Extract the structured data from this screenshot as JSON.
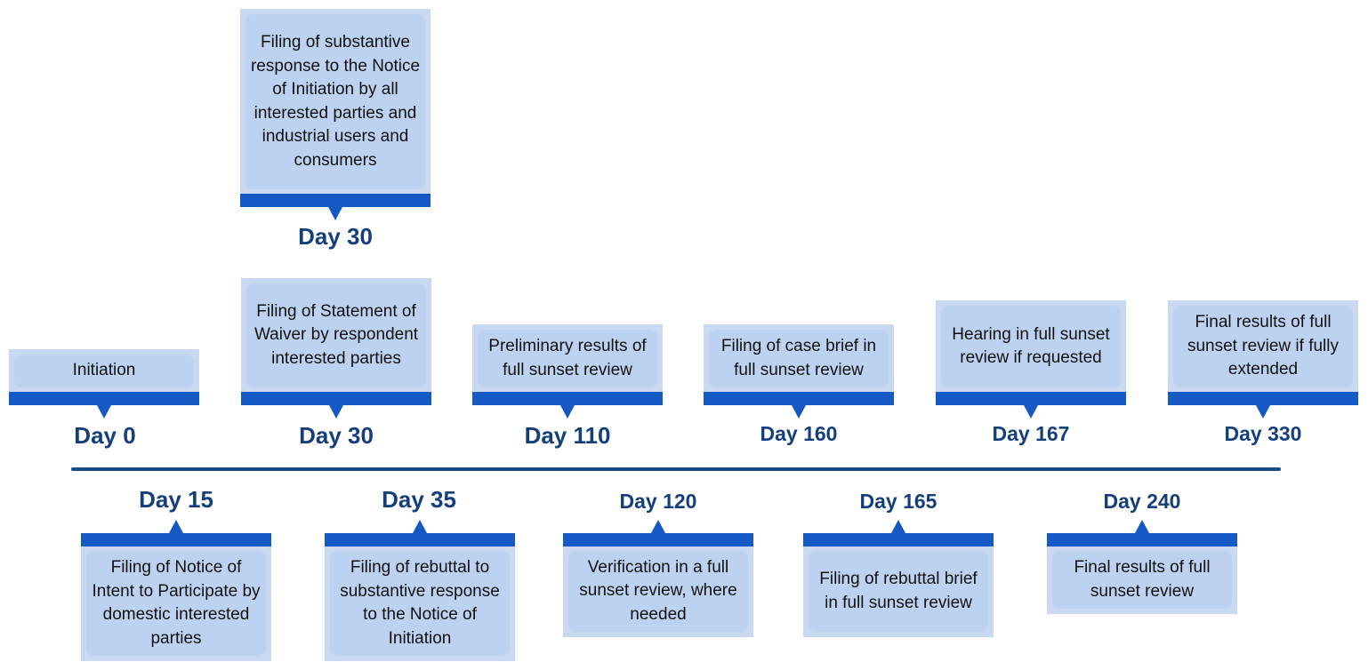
{
  "colors": {
    "bar": "#1459c4",
    "card": "#c9d9f2",
    "day_text": "#153f7c",
    "axis": "#1a4a86"
  },
  "top_top": [
    {
      "text": "Filing of substantive response to the Notice of Initiation by all interested parties and industrial users and consumers",
      "day": "Day 30"
    }
  ],
  "top": [
    {
      "text": "Initiation",
      "day": "Day 0"
    },
    {
      "text": "Filing of Statement of Waiver by respondent interested parties",
      "day": "Day 30"
    },
    {
      "text": "Preliminary results of full sunset review",
      "day": "Day 110"
    },
    {
      "text": "Filing of case brief in full sunset review",
      "day": "Day 160"
    },
    {
      "text": "Hearing in full sunset review if requested",
      "day": "Day 167"
    },
    {
      "text": "Final results of full sunset review if fully extended",
      "day": "Day 330"
    }
  ],
  "bottom": [
    {
      "text": "Filing of Notice of Intent to Participate by domestic interested parties",
      "day": "Day 15"
    },
    {
      "text": "Filing of rebuttal to substantive response to the Notice of Initiation",
      "day": "Day 35"
    },
    {
      "text": "Verification in a full sunset review, where needed",
      "day": "Day 120"
    },
    {
      "text": "Filing of rebuttal brief in full sunset review",
      "day": "Day 165"
    },
    {
      "text": "Final results of full sunset review",
      "day": "Day 240"
    }
  ]
}
